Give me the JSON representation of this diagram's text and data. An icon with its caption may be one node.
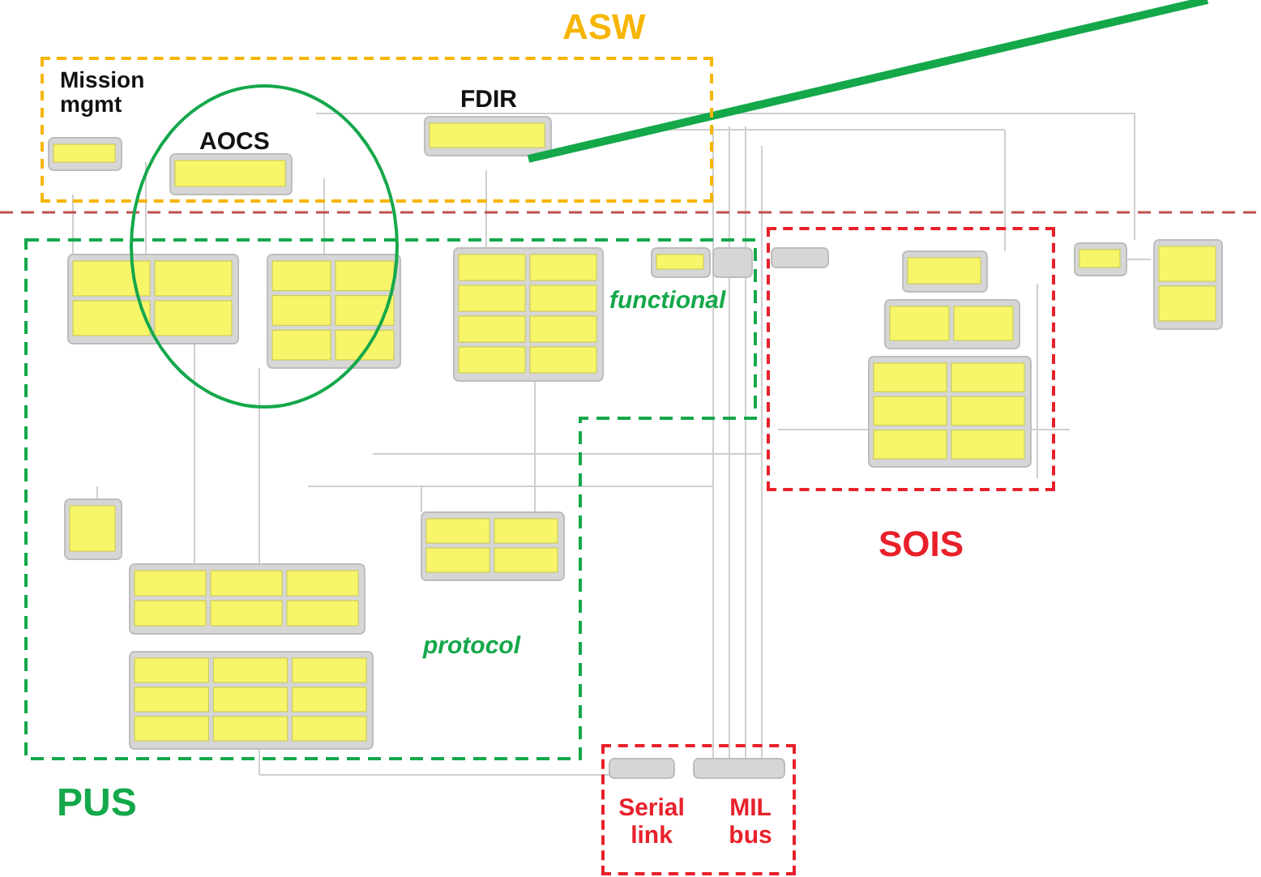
{
  "diagram": {
    "nodes": [
      {
        "text": [
          "ASW"
        ]
      },
      {
        "text": [
          "Mission mgmt"
        ],
        "in": 0
      },
      {
        "text": [
          "AOCS"
        ]
      },
      {
        "text": [
          "FDIR"
        ],
        "in": 0
      },
      {
        "text": [
          "PUS",
          "functional",
          "protocol"
        ]
      },
      {
        "text": [
          "SOIS"
        ]
      },
      {
        "text": [
          "Serial link",
          "MIL bus"
        ]
      }
    ],
    "edges": [
      {
        "from": null,
        "to": 3,
        "arrow": "none",
        "color": "#14a84a"
      }
    ]
  }
}
